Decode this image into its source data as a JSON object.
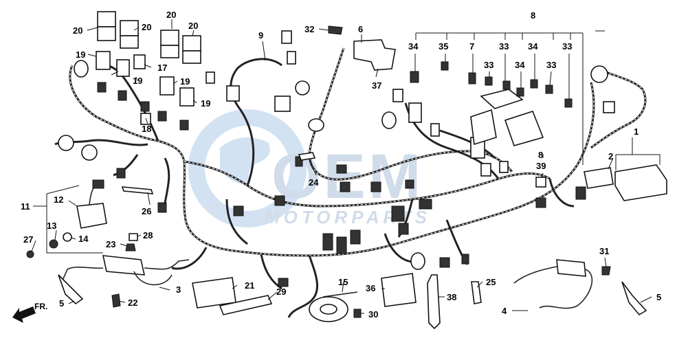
{
  "diagram": {
    "watermark": {
      "logo_text": "OEM",
      "sub_text": "MOTORPARTS"
    },
    "fr_marker": "FR.",
    "callouts": [
      {
        "id": "c1",
        "label": "1"
      },
      {
        "id": "c2",
        "label": "2"
      },
      {
        "id": "c3",
        "label": "3"
      },
      {
        "id": "c4",
        "label": "4"
      },
      {
        "id": "c5a",
        "label": "5"
      },
      {
        "id": "c5b",
        "label": "5"
      },
      {
        "id": "c6",
        "label": "6"
      },
      {
        "id": "c7",
        "label": "7"
      },
      {
        "id": "c8a",
        "label": "8"
      },
      {
        "id": "c8b",
        "label": "8"
      },
      {
        "id": "c9",
        "label": "9"
      },
      {
        "id": "c11",
        "label": "11"
      },
      {
        "id": "c12",
        "label": "12"
      },
      {
        "id": "c13",
        "label": "13"
      },
      {
        "id": "c14",
        "label": "14"
      },
      {
        "id": "c15",
        "label": "15"
      },
      {
        "id": "c17",
        "label": "17"
      },
      {
        "id": "c18",
        "label": "18"
      },
      {
        "id": "c19a",
        "label": "19"
      },
      {
        "id": "c19b",
        "label": "19"
      },
      {
        "id": "c19c",
        "label": "19"
      },
      {
        "id": "c19d",
        "label": "19"
      },
      {
        "id": "c20a",
        "label": "20"
      },
      {
        "id": "c20b",
        "label": "20"
      },
      {
        "id": "c20c",
        "label": "20"
      },
      {
        "id": "c20d",
        "label": "20"
      },
      {
        "id": "c21",
        "label": "21"
      },
      {
        "id": "c22",
        "label": "22"
      },
      {
        "id": "c23",
        "label": "23"
      },
      {
        "id": "c24",
        "label": "24"
      },
      {
        "id": "c25",
        "label": "25"
      },
      {
        "id": "c26",
        "label": "26"
      },
      {
        "id": "c27",
        "label": "27"
      },
      {
        "id": "c28",
        "label": "28"
      },
      {
        "id": "c29",
        "label": "29"
      },
      {
        "id": "c30",
        "label": "30"
      },
      {
        "id": "c31",
        "label": "31"
      },
      {
        "id": "c32",
        "label": "32"
      },
      {
        "id": "c33a",
        "label": "33"
      },
      {
        "id": "c33b",
        "label": "33"
      },
      {
        "id": "c33c",
        "label": "33"
      },
      {
        "id": "c33d",
        "label": "33"
      },
      {
        "id": "c34a",
        "label": "34"
      },
      {
        "id": "c34b",
        "label": "34"
      },
      {
        "id": "c34c",
        "label": "34"
      },
      {
        "id": "c35",
        "label": "35"
      },
      {
        "id": "c36",
        "label": "36"
      },
      {
        "id": "c37",
        "label": "37"
      },
      {
        "id": "c38",
        "label": "38"
      },
      {
        "id": "c39",
        "label": "39"
      }
    ]
  }
}
